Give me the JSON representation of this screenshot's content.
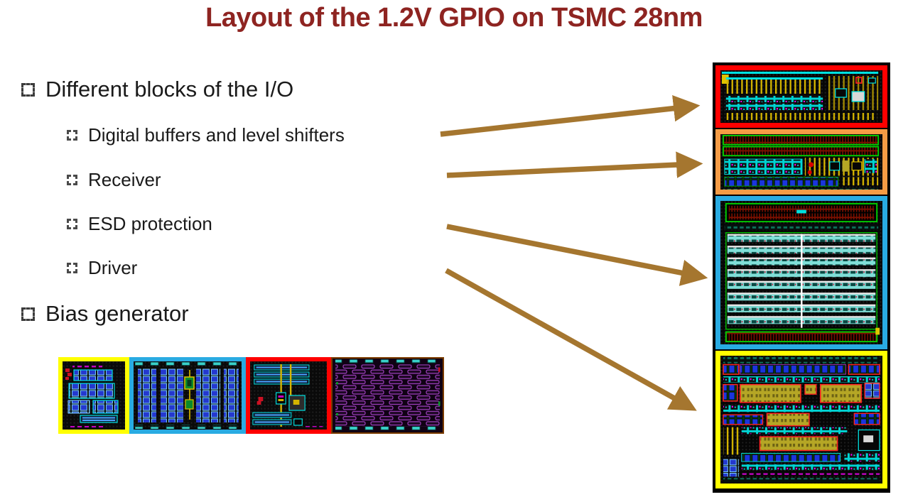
{
  "slide": {
    "title": "Layout of the 1.2V GPIO on TSMC 28nm",
    "title_color": "#8e2421",
    "background_color": "#ffffff"
  },
  "bullets": [
    {
      "label": "Different blocks of the I/O",
      "level": 1
    },
    {
      "label": "Digital buffers and level shifters",
      "level": 2
    },
    {
      "label": "Receiver",
      "level": 2
    },
    {
      "label": "ESD protection",
      "level": 2
    },
    {
      "label": "Driver",
      "level": 2
    },
    {
      "label": "Bias generator",
      "level": 1
    }
  ],
  "arrows": {
    "color": "#a5762f",
    "links": [
      {
        "from": "Digital buffers and level shifters",
        "to": "gpio-section-red-top"
      },
      {
        "from": "Receiver",
        "to": "gpio-section-orange"
      },
      {
        "from": "ESD protection",
        "to": "gpio-section-blue"
      },
      {
        "from": "Driver",
        "to": "gpio-section-yellow-bottom"
      }
    ]
  },
  "gpio_layout_figure": {
    "description": "chip layout screenshot of the 1.2V GPIO cell, four highlighted blocks",
    "frame_color": "#000000",
    "sections": [
      {
        "name": "digital-buffers-and-level-shifters-block",
        "border_color": "#ff0000"
      },
      {
        "name": "receiver-block",
        "border_color": "#f59b45"
      },
      {
        "name": "esd-protection-block",
        "border_color": "#29abe2"
      },
      {
        "name": "driver-block",
        "border_color": "#ffff00"
      }
    ]
  },
  "bias_generator_figure": {
    "description": "chip layout screenshot of the bias generator, four sub-blocks",
    "sections": [
      {
        "name": "bias-sub-block-1",
        "border_color": "#ffff00"
      },
      {
        "name": "bias-sub-block-2",
        "border_color": "#29abe2"
      },
      {
        "name": "bias-sub-block-3",
        "border_color": "#ff0000"
      },
      {
        "name": "bias-sub-block-4",
        "border_color": "#7a3b00"
      }
    ]
  }
}
